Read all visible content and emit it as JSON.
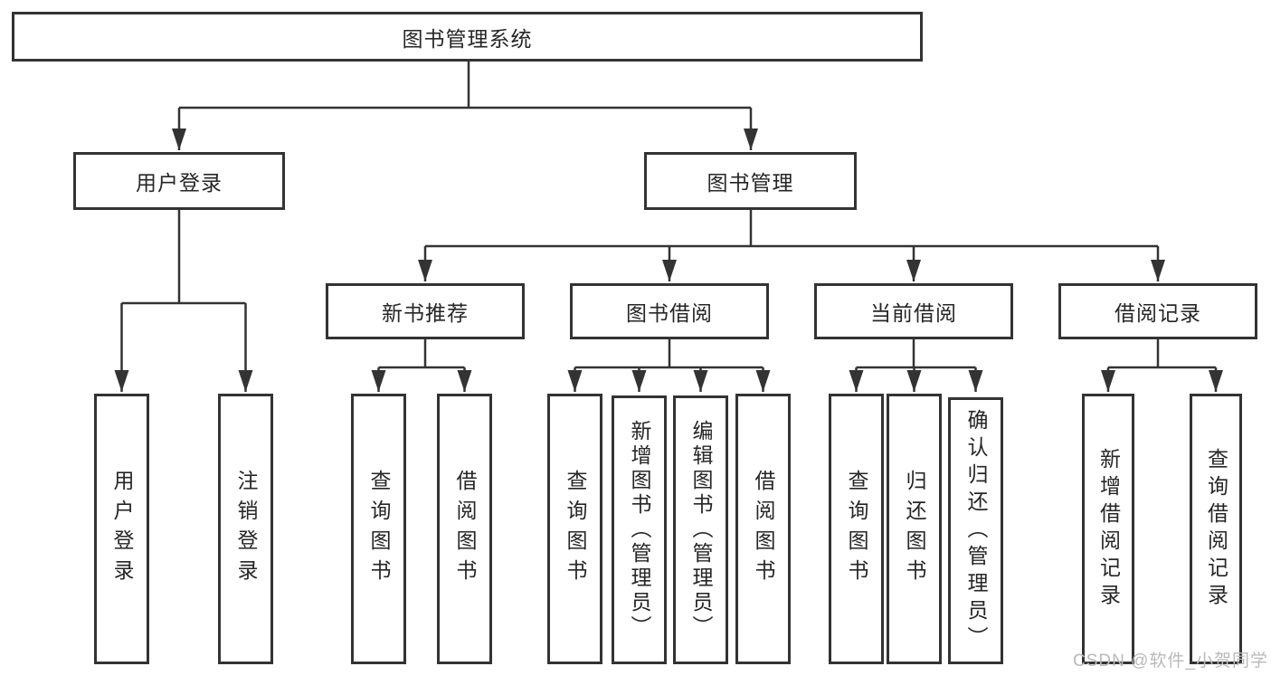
{
  "diagram": {
    "type": "tree",
    "root": {
      "label": "图书管理系统"
    },
    "level2": [
      {
        "id": "user-login",
        "label": "用户登录",
        "parent": "图书管理系统"
      },
      {
        "id": "book-management",
        "label": "图书管理",
        "parent": "图书管理系统"
      }
    ],
    "level3": [
      {
        "id": "new-book-recommend",
        "label": "新书推荐",
        "parent": "图书管理"
      },
      {
        "id": "book-borrow",
        "label": "图书借阅",
        "parent": "图书管理"
      },
      {
        "id": "current-borrow",
        "label": "当前借阅",
        "parent": "图书管理"
      },
      {
        "id": "borrow-record",
        "label": "借阅记录",
        "parent": "图书管理"
      }
    ],
    "leaves": [
      {
        "id": "leaf-user-login",
        "label": "用户登录",
        "parent": "用户登录"
      },
      {
        "id": "leaf-logout",
        "label": "注销登录",
        "parent": "用户登录"
      },
      {
        "id": "leaf-query-books-rec",
        "label": "查询图书",
        "parent": "新书推荐"
      },
      {
        "id": "leaf-borrow-books-rec",
        "label": "借阅图书",
        "parent": "新书推荐"
      },
      {
        "id": "leaf-query-books-borrow",
        "label": "查询图书",
        "parent": "图书借阅"
      },
      {
        "id": "leaf-add-books-admin",
        "label": "新增图书（管理员）",
        "parent": "图书借阅"
      },
      {
        "id": "leaf-edit-books-admin",
        "label": "编辑图书（管理员）",
        "parent": "图书借阅"
      },
      {
        "id": "leaf-borrow-books",
        "label": "借阅图书",
        "parent": "图书借阅"
      },
      {
        "id": "leaf-query-books-current",
        "label": "查询图书",
        "parent": "当前借阅"
      },
      {
        "id": "leaf-return-books",
        "label": "归还图书",
        "parent": "当前借阅"
      },
      {
        "id": "leaf-confirm-return",
        "label": "确认归还（管理员）",
        "parent": "当前借阅"
      },
      {
        "id": "leaf-add-borrow-record",
        "label": "新增借阅记录",
        "parent": "借阅记录"
      },
      {
        "id": "leaf-query-borrow-record",
        "label": "查询借阅记录",
        "parent": "借阅记录"
      }
    ]
  },
  "watermark": {
    "text": "CSDN @软件_小贺同学"
  },
  "colors": {
    "line": "#333333",
    "box_border": "#333333",
    "text": "#262626",
    "watermark": "#b9b9b9",
    "background": "#ffffff"
  }
}
